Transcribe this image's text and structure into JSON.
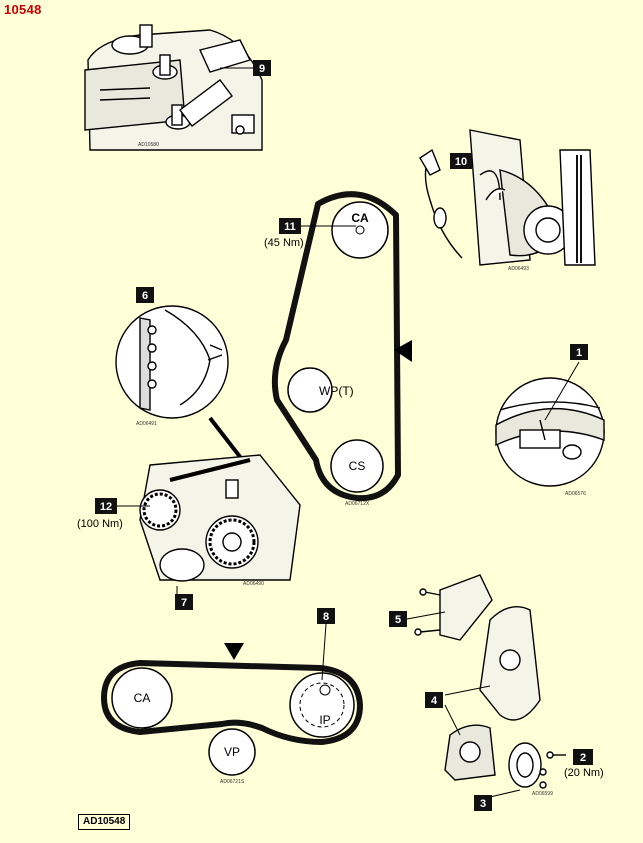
{
  "page_title": "10548",
  "footer_code": "AD10548",
  "upper_belt": {
    "pulleys": {
      "cam": "CA",
      "water_pump": "WP(T)",
      "crank": "CS"
    },
    "ref": "AD06712X"
  },
  "lower_belt": {
    "pulleys": {
      "cam": "CA",
      "injection_pump": "IP",
      "vacuum_pump": "VP"
    },
    "ref": "AD06721S"
  },
  "callouts": [
    {
      "num": "1"
    },
    {
      "num": "2",
      "torque": "(20 Nm)"
    },
    {
      "num": "3"
    },
    {
      "num": "4"
    },
    {
      "num": "5"
    },
    {
      "num": "6"
    },
    {
      "num": "7"
    },
    {
      "num": "8"
    },
    {
      "num": "9"
    },
    {
      "num": "10"
    },
    {
      "num": "11",
      "torque": "(45 Nm)"
    },
    {
      "num": "12",
      "torque": "(100 Nm)"
    }
  ],
  "image_refs": {
    "top_left": "AD10580",
    "top_right": "AD06493",
    "mid_left": "AD06491",
    "mid_right": "AD06576",
    "lower_left": "AD06490",
    "lower_right": "AD06599"
  },
  "colors": {
    "background": "#ffffd8",
    "title": "#cc0000",
    "ink": "#000000"
  }
}
